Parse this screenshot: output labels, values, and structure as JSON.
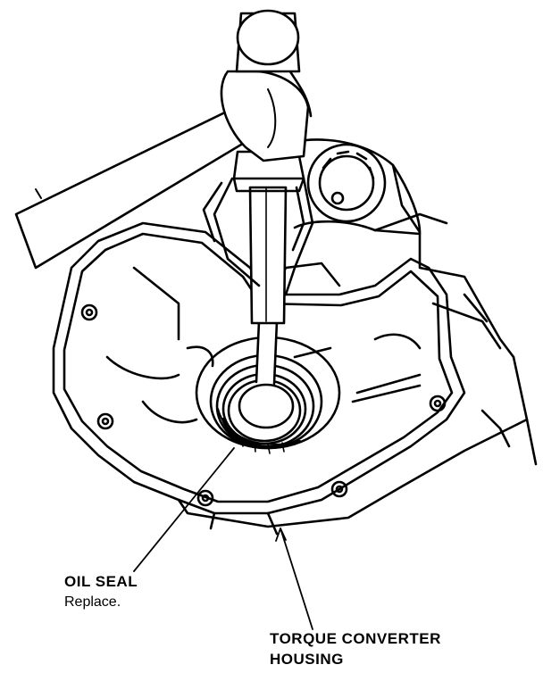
{
  "labels": {
    "oil_seal": {
      "title": "OIL SEAL",
      "note": "Replace."
    },
    "torque_converter_housing": {
      "line1": "TORQUE CONVERTER",
      "line2": "HOUSING"
    }
  },
  "colors": {
    "ink": "#000000",
    "paper": "#ffffff"
  },
  "icons": [
    "hammer-icon",
    "seal-driver-icon"
  ]
}
